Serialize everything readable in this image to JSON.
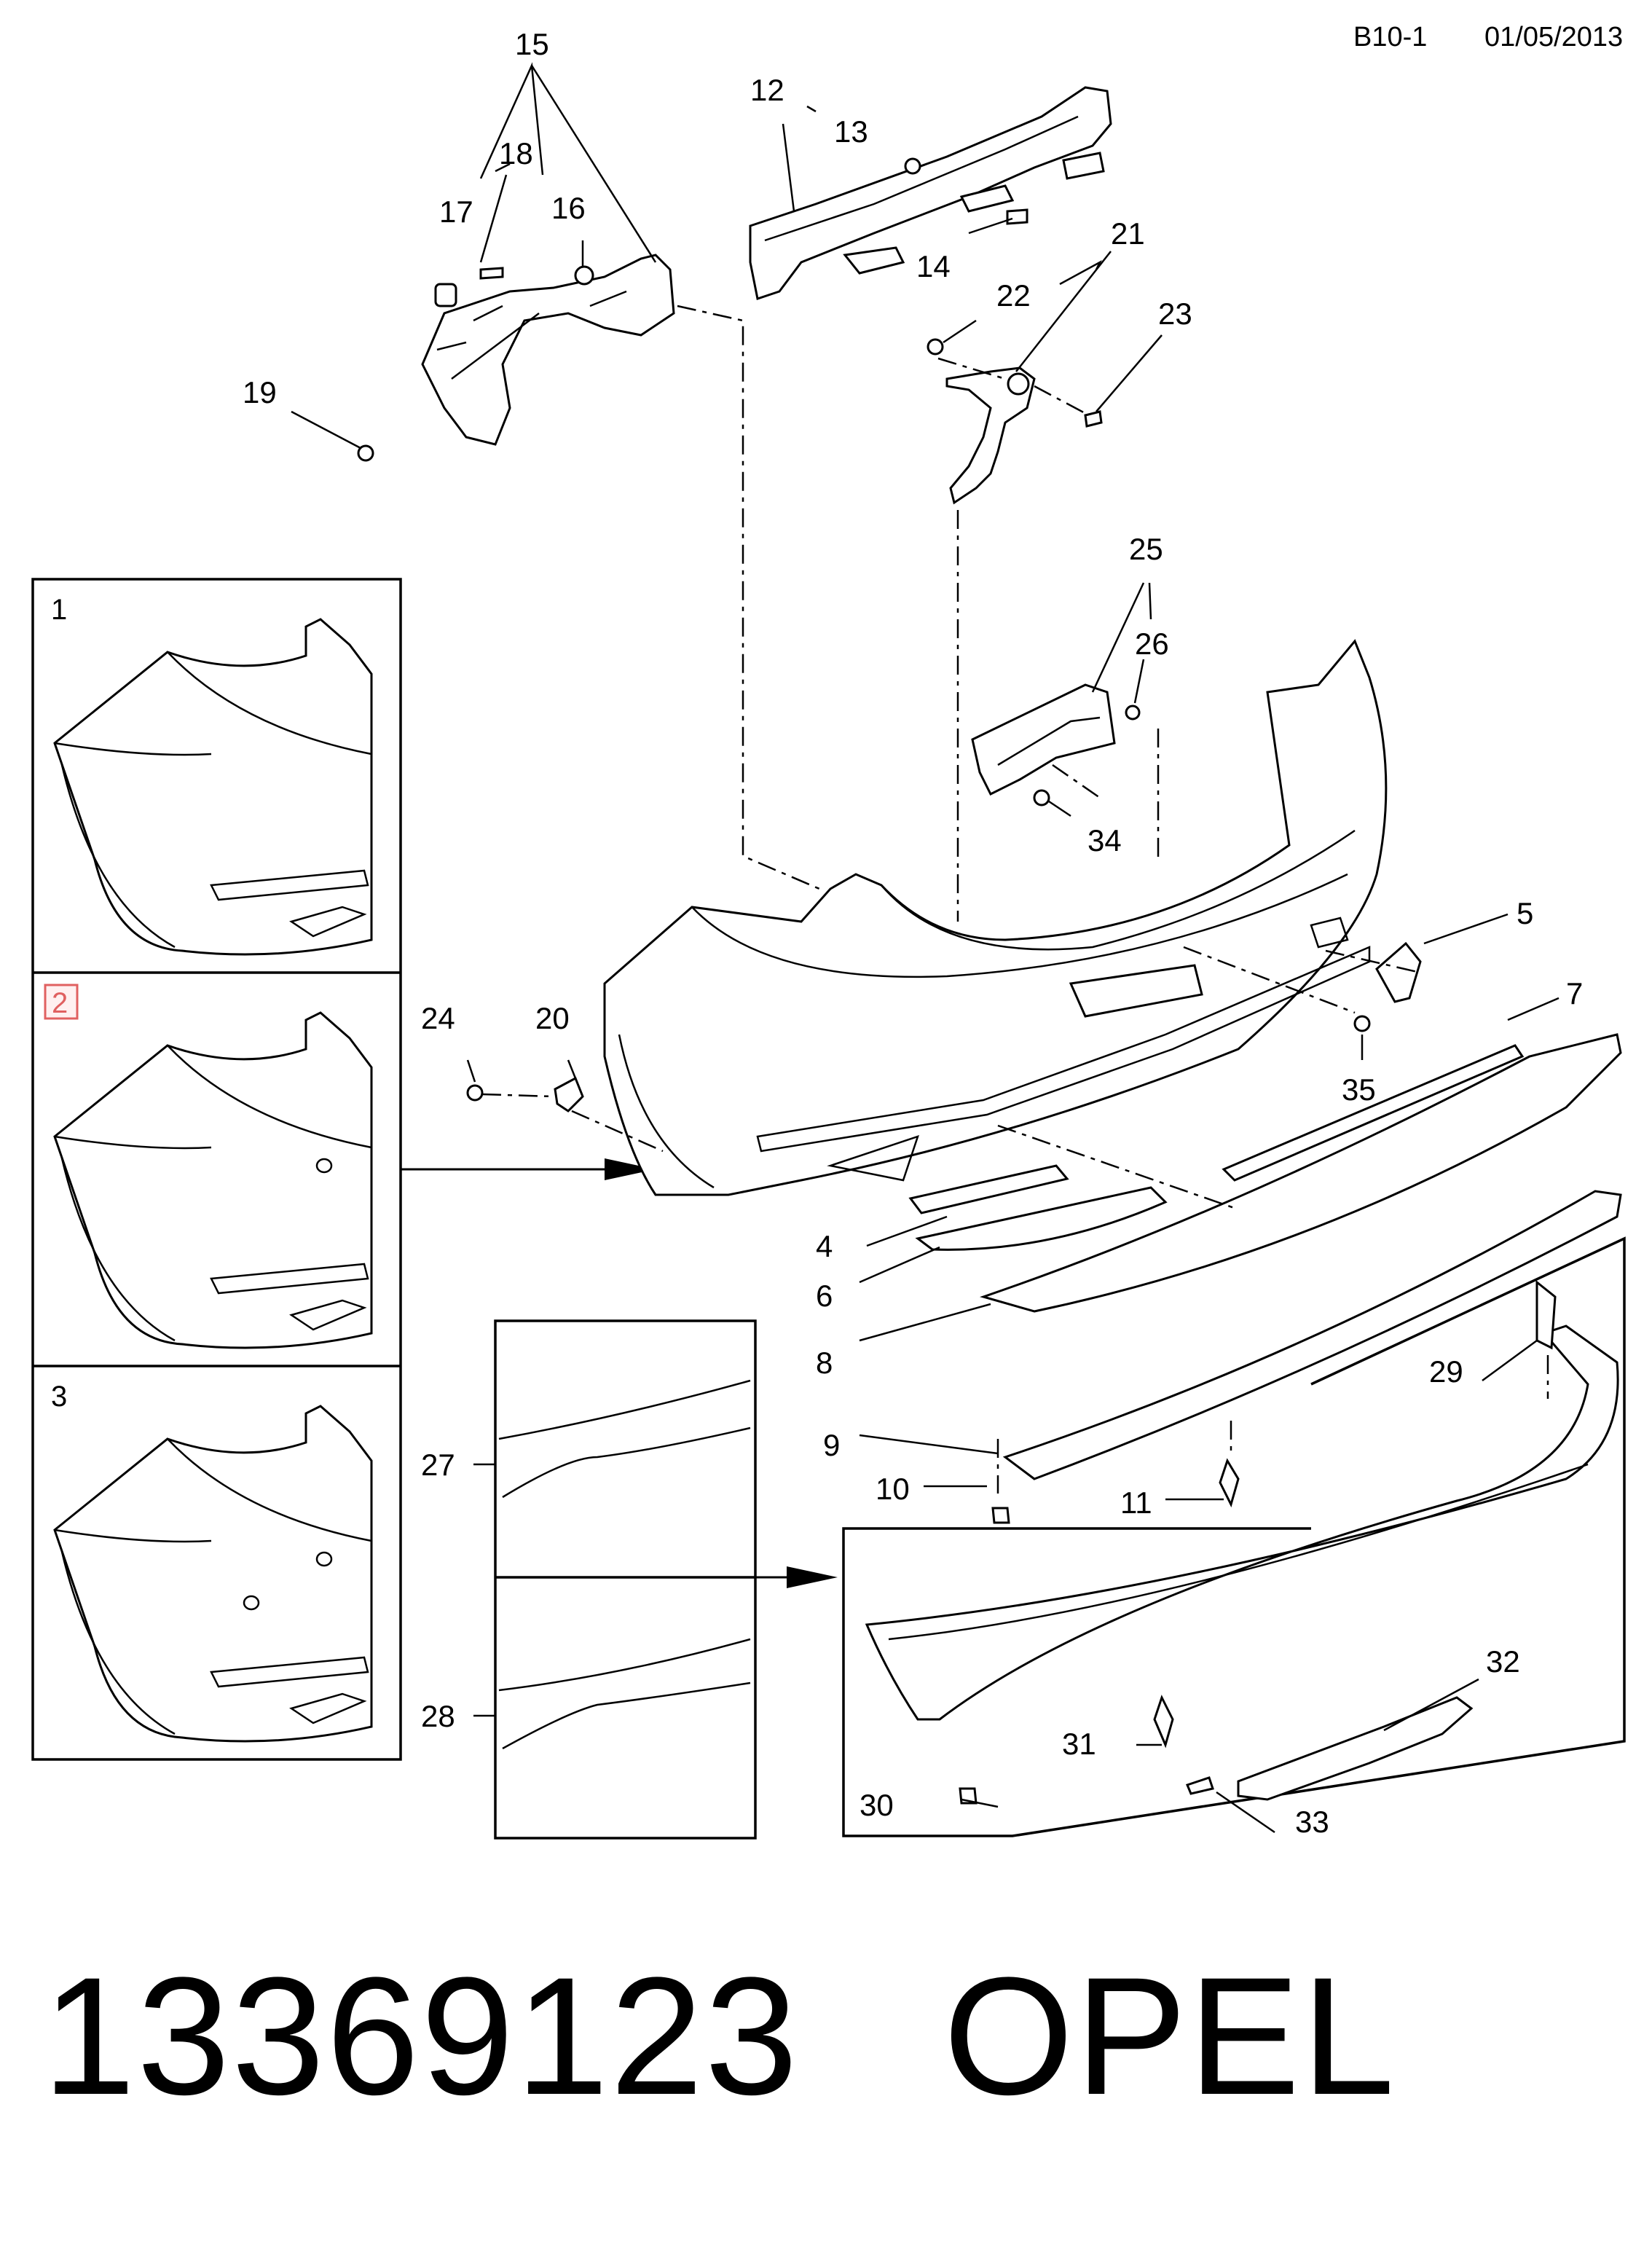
{
  "header": {
    "page_code": "B10-1",
    "date": "01/05/2013"
  },
  "footer": {
    "part_number": "13369123",
    "brand": "OPEL"
  },
  "variant_panels": [
    {
      "label": "1",
      "highlighted": false
    },
    {
      "label": "2",
      "highlighted": true,
      "highlight_color": "#e06060"
    },
    {
      "label": "3",
      "highlighted": false
    }
  ],
  "callouts": {
    "c1": "4",
    "c2": "5",
    "c3": "6",
    "c4": "7",
    "c5": "8",
    "c6": "9",
    "c7": "10",
    "c8": "11",
    "c9": "12",
    "c10": "13",
    "c11": "14",
    "c12": "15",
    "c13": "16",
    "c14": "17",
    "c15": "18",
    "c16": "19",
    "c17": "20",
    "c18": "21",
    "c19": "22",
    "c20": "23",
    "c21": "24",
    "c22": "25",
    "c23": "26",
    "c24": "27",
    "c25": "28",
    "c26": "29",
    "c27": "30",
    "c28": "31",
    "c29": "32",
    "c30": "33",
    "c31": "34",
    "c32": "35"
  }
}
